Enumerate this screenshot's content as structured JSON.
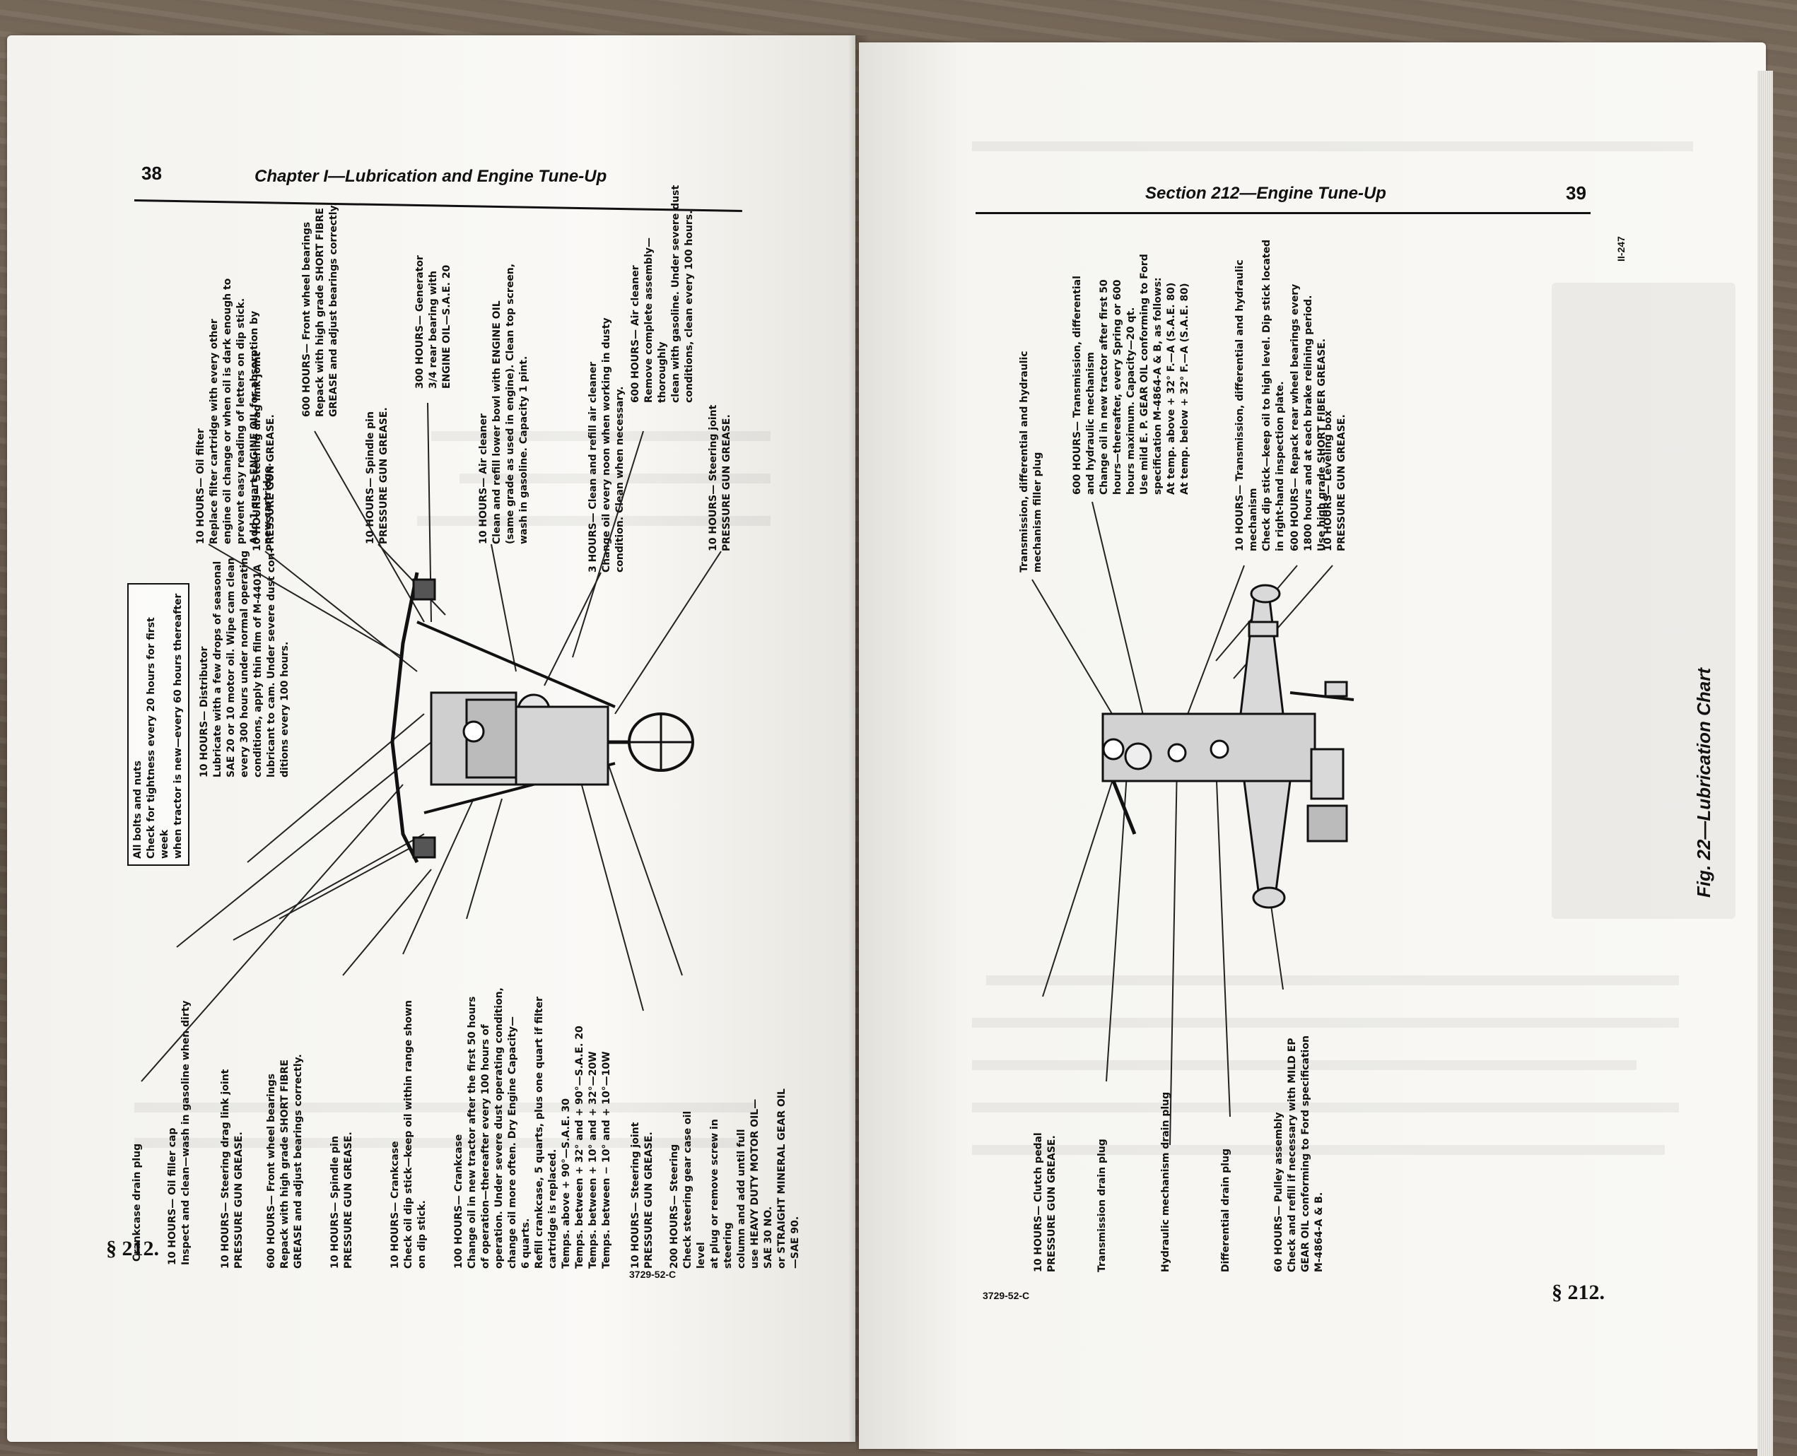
{
  "left_page": {
    "page_number": "38",
    "header": "Chapter I—Lubrication and Engine Tune-Up",
    "section_mark": "§ 212.",
    "drawing_code": "3729-52-C",
    "box_note": "Check for tightness every 20 hours for first week\nwhen tractor is new—every 60 hours thereafter",
    "box_note_title": "All bolts and nuts",
    "top_labels": [
      "10 HOURS— Oil filter\nReplace filter cartridge with every other\nengine oil change or when oil is dark enough to\nprevent easy reading of letters on dip stick.\nAdd 1 quart ENGINE OIL for absorption by\nnew cartridge.",
      "600 HOURS— Front wheel bearings\nRepack with high grade SHORT FIBRE\nGREASE and adjust bearings correctly.",
      "300 HOURS— Generator\n3/4 rear bearing with\nENGINE OIL—S.A.E. 20",
      "600 HOURS— Air cleaner\nRemove complete assembly—thoroughly\nclean with gasoline. Under severe dust\nconditions, clean every 100 hours.",
      "10 HOURS— Steering drag link joint\nPRESSURE GUN GREASE.",
      "10 HOURS— Spindle pin\nPRESSURE GUN GREASE.",
      "10 HOURS— Air cleaner\nClean and refill lower bowl with ENGINE OIL\n(same grade as used in engine). Clean top screen,\nwash in gasoline. Capacity 1 pint.",
      "3 HOURS— Clean and refill air cleaner\nChange oil every noon when working in dusty\ncondition. Clean when necessary.",
      "10 HOURS— Steering joint\nPRESSURE GUN GREASE.",
      "10 HOURS— Distributor\nLubricate with a few drops of seasonal\nSAE 20 or 10 motor oil. Wipe cam clean\nevery 300 hours under normal operating\nconditions, apply thin film of M-4401A\nlubricant to cam. Under severe dust con-\nditions every 100 hours."
    ],
    "bottom_labels": [
      "Crankcase drain plug",
      "10 HOURS— Oil filler cap\nInspect and clean—wash in gasoline when dirty",
      "10 HOURS— Steering drag link joint\nPRESSURE GUN GREASE.",
      "600 HOURS— Front wheel bearings\nRepack with high grade SHORT FIBRE\nGREASE and adjust bearings correctly.",
      "10 HOURS— Spindle pin\nPRESSURE GUN GREASE.",
      "10 HOURS— Crankcase\nCheck oil dip stick—keep oil within range shown\non dip stick.",
      "100 HOURS— Crankcase\nChange oil in new tractor after the first 50 hours\nof operation—thereafter every 100 hours of\noperation. Under severe dust operating condition,\nchange oil more often. Dry Engine Capacity—\n6 quarts.\nRefill crankcase, 5 quarts, plus one quart if filter\ncartridge is replaced.\nTemps. above + 90°—S.A.E. 30\nTemps. between + 32° and + 90°—S.A.E. 20\nTemps. between + 10° and + 32°—20W\nTemps. between − 10° and + 10°—10W",
      "10 HOURS— Steering joint\nPRESSURE GUN GREASE.",
      "200 HOURS— Steering\nCheck steering gear case oil level\nat plug or remove screw in steering\ncolumn and add until full\nuse HEAVY DUTY MOTOR OIL—SAE 30 NO.\nor STRAIGHT MINERAL GEAR OIL—SAE 90."
    ]
  },
  "right_page": {
    "page_number": "39",
    "header": "Section 212—Engine Tune-Up",
    "section_mark": "§ 212.",
    "drawing_code": "3729-52-C",
    "figure_id": "II-247",
    "caption": "Fig. 22—Lubrication Chart",
    "top_labels": [
      "Transmission, differential and hydraulic\nmechanism filler plug",
      "600 HOURS— Transmission, differential\nand hydraulic mechanism\nChange oil in new tractor after first 50\nhours—thereafter, every Spring or 600\nhours maximum. Capacity—20 qt.\nUse mild E. P. GEAR OIL conforming to Ford\nspecification M-4864-A & B, as follows:\nAt temp. above + 32° F.—A (S.A.E. 80)\nAt temp. below + 32° F.—A (S.A.E. 80)",
      "10 HOURS— Transmission, differential and hydraulic\nmechanism\nCheck dip stick—keep oil to high level. Dip stick located\nin right-hand inspection plate.",
      "600 HOURS— Repack rear wheel bearings every\n1800 hours and at each brake relining period.\nUse high grade SHORT FIBER GREASE.",
      "10 HOURS— Leveling box\nPRESSURE GUN GREASE."
    ],
    "bottom_labels": [
      "10 HOURS— Clutch pedal\nPRESSURE GUN GREASE.",
      "Transmission drain plug",
      "Hydraulic mechanism drain plug",
      "Differential drain plug",
      "60 HOURS— Pulley assembly\nCheck and refill if necessary with MILD EP\nGEAR OIL conforming to Ford specification\nM-4864-A & B."
    ]
  }
}
